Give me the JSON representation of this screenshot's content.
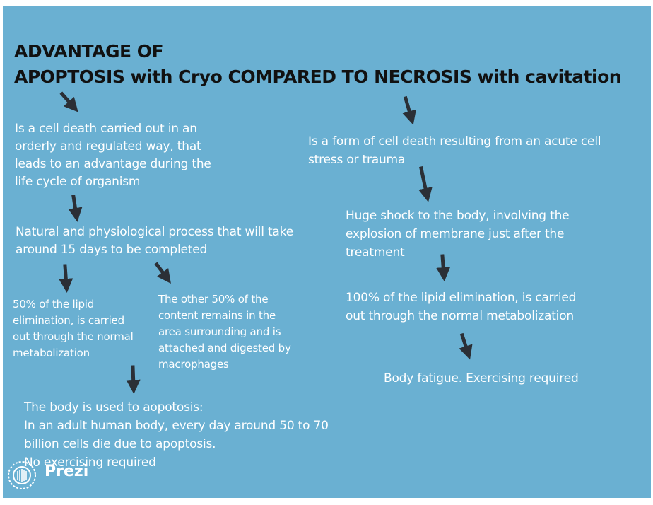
{
  "title": {
    "line1": "ADVANTAGE OF",
    "line2": "APOPTOSIS with Cryo COMPARED TO NECROSIS with cavitation"
  },
  "left": {
    "definition": "Is a cell death carried out in an\norderly and regulated way, that\nleads to an advantage during the\nlife cycle of organism",
    "process": "Natural and physiological process that will take\naround 15 days to be completed",
    "branch_a": "50% of the lipid\nelimination, is carried\nout through the normal\nmetabolization",
    "branch_b": "The other 50% of the\ncontent remains in the\narea surrounding and is\nattached and digested by\nmacrophages",
    "conclusion": "The body is used to aopotosis:\nIn an adult human body, every day around 50 to 70\nbillion cells die due to apoptosis.\nNo exercising required"
  },
  "right": {
    "definition": "Is a form of cell death resulting from an acute cell\nstress or trauma",
    "shock": "Huge shock to the body, involving the\nexplosion of membrane just after the\ntreatment",
    "elimination": "100% of the lipid elimination, is carried\nout through the normal metabolization",
    "conclusion": "Body fatigue. Exercising required"
  },
  "branding": {
    "logo_text": "Prezi",
    "logo_icon": "prezi-logo-icon"
  },
  "colors": {
    "background": "#6ab0d2",
    "text": "#ffffff",
    "title": "#111111",
    "arrow": "#2b2f36"
  }
}
